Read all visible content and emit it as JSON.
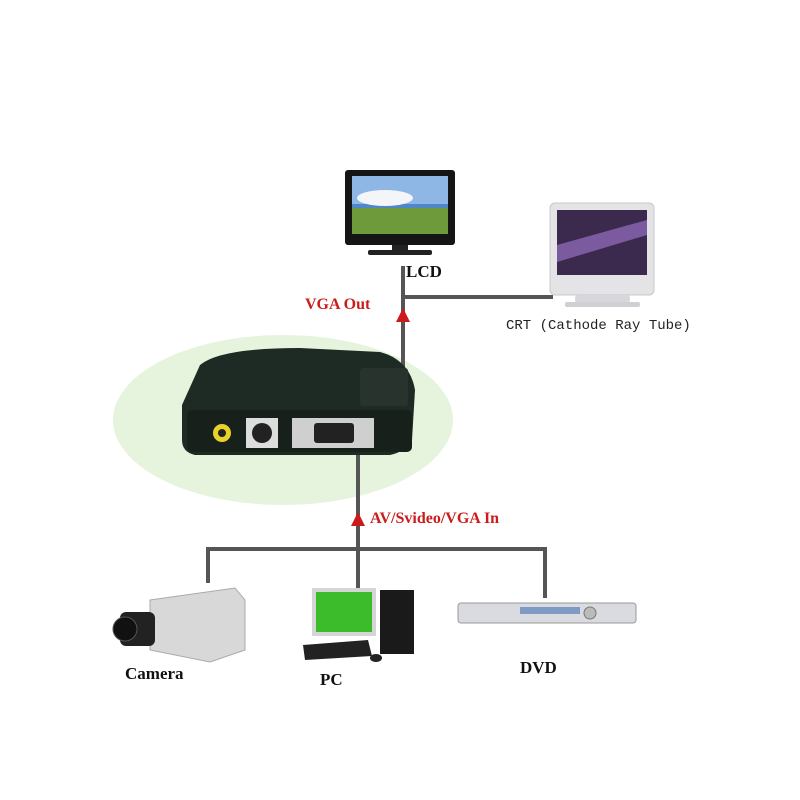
{
  "labels": {
    "lcd": "LCD",
    "crt": "CRT (Cathode Ray Tube)",
    "vga_out": "VGA Out",
    "input": "AV/Svideo/VGA In",
    "camera": "Camera",
    "pc": "PC",
    "dvd": "DVD"
  },
  "colors": {
    "line": "#555555",
    "arrow": "#cc1b1b",
    "highlight": "#e6f4de",
    "device": "#1e2a24"
  }
}
